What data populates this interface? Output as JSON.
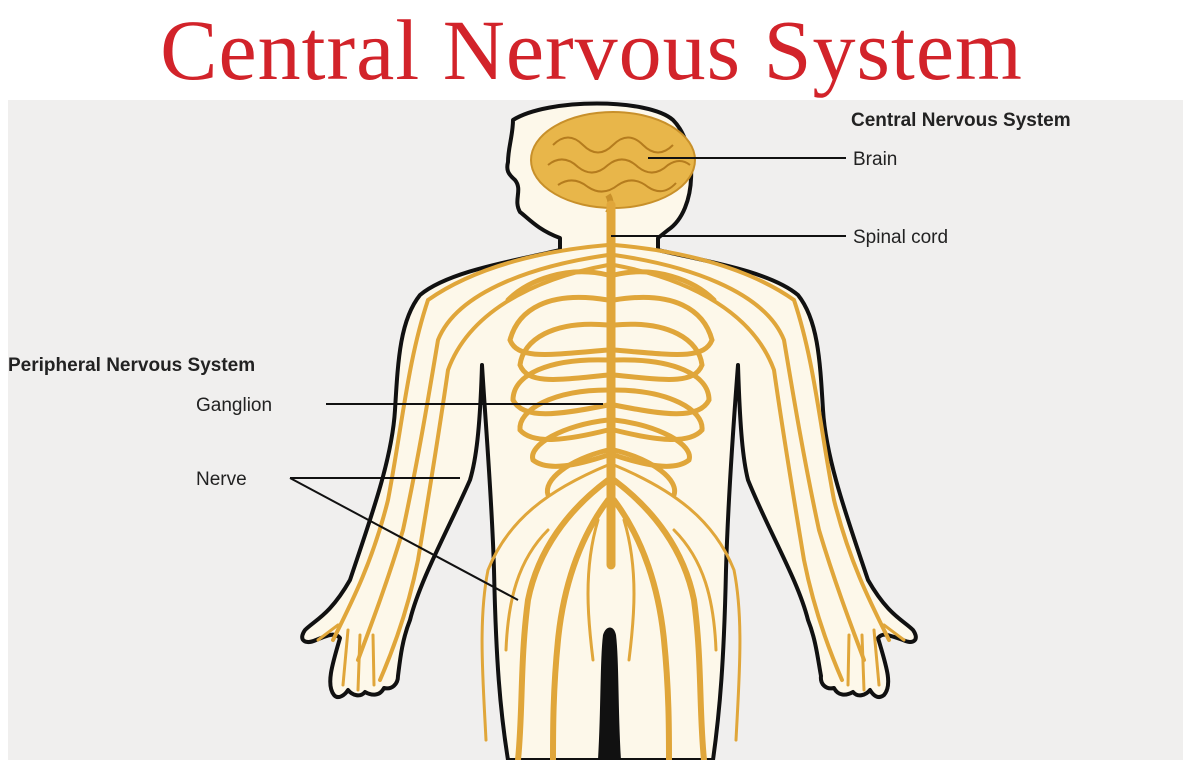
{
  "title": "Central Nervous System",
  "diagram": {
    "cns_heading": "Central Nervous System",
    "pns_heading": "Peripheral Nervous System",
    "labels": {
      "brain": "Brain",
      "spinal_cord": "Spinal cord",
      "ganglion": "Ganglion",
      "nerve": "Nerve"
    }
  },
  "colors": {
    "title": "#d2232a",
    "nerve": "#e0a63a",
    "brain": "#e8b64a",
    "body_fill": "#fdf8ea",
    "background": "#f0efee",
    "outline": "#111111"
  }
}
